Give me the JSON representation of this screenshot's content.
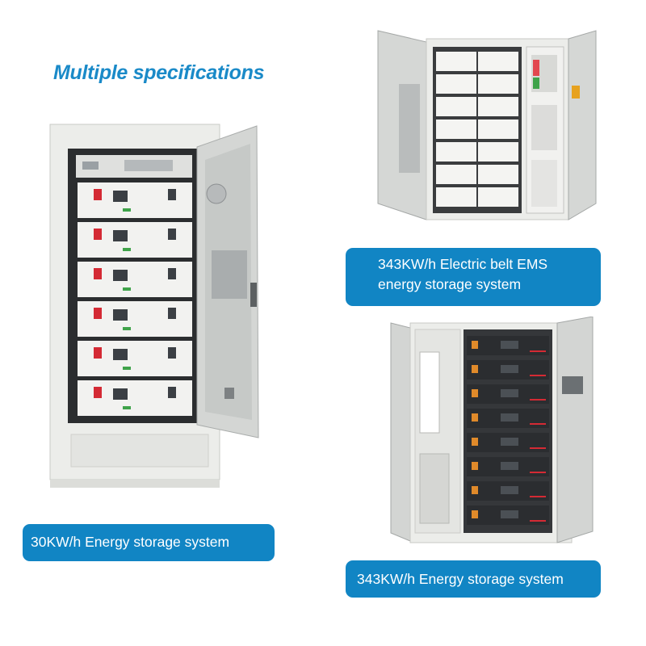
{
  "heading": "Multiple specifications",
  "products": [
    {
      "label_lines": [
        "343KW/h Electric belt EMS",
        "energy storage system"
      ]
    },
    {
      "label_lines": [
        "30KW/h Energy storage system"
      ]
    },
    {
      "label_lines": [
        "343KW/h Energy storage system"
      ]
    }
  ],
  "colors": {
    "accent": "#1185c4",
    "heading": "#1a8ac8",
    "cabinet": "#e9eae8",
    "module_red": "#d42a34"
  },
  "icons": [
    "battery-cabinet-30kwh",
    "battery-cabinet-343kwh-ems",
    "battery-cabinet-343kwh"
  ]
}
